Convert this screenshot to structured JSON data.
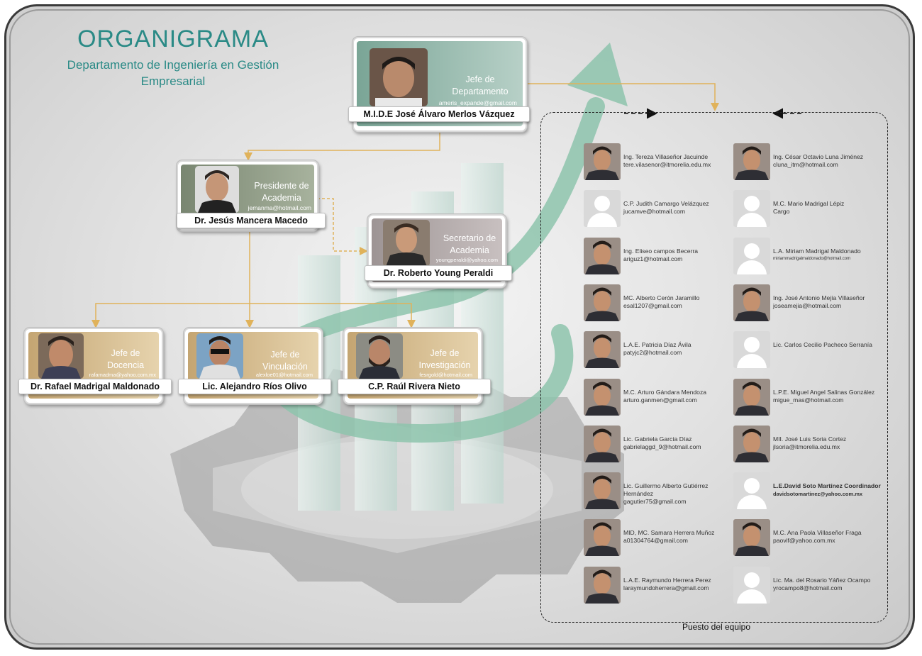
{
  "header": {
    "title": "ORGANIGRAMA",
    "subtitle": "Departamento de Ingeniería en Gestión Empresarial"
  },
  "colors": {
    "teal": "#2a8a86",
    "chief_fill": "#8fb3a8",
    "academy_fill": "#8f9b82",
    "secretary_fill": "#a8a0a0",
    "section_fill": "#d6bd8c",
    "connector": "#e0b25a"
  },
  "chief": {
    "role": "Jefe de Departamento",
    "email": "ameris_expande@gmail.com",
    "name": "M.I.D.E José Álvaro Merlos Vázquez"
  },
  "academy_president": {
    "role": "Presidente de Academia",
    "email": "jemanma@hotmail.com",
    "name": "Dr. Jesús Mancera Macedo"
  },
  "academy_secretary": {
    "role": "Secretario de Academia",
    "email": "youngperaldi@yahoo.com",
    "name": "Dr. Roberto Young Peraldi"
  },
  "sections": [
    {
      "role": "Jefe de Docencia",
      "email": "rafamadma@yahoo.com.mx",
      "name": "Dr. Rafael Madrigal Maldonado"
    },
    {
      "role": "Jefe de Vinculación",
      "email": "alexloe01@hotmail.com",
      "name": "Lic. Alejandro Ríos Olivo"
    },
    {
      "role": "Jefe de Investigación",
      "email": "fesrgold@hotmail.com",
      "name": "C.P. Raúl Rivera Nieto"
    }
  ],
  "team": {
    "label": "Puesto del equipo",
    "left": [
      {
        "name": "Ing. Tereza Villaseñor Jacuinde",
        "email": "tere.vilasenor@itmorelia.edu.mx",
        "photo": "person-photo"
      },
      {
        "name": "C.P. Judith Camargo Velázquez",
        "email": "jucamve@hotmail.com",
        "photo": "placeholder"
      },
      {
        "name": "Ing. Eliseo  campos Becerra",
        "email": "ariguz1@hotmail.com",
        "photo": "person-photo"
      },
      {
        "name": "MC. Alberto Cerón Jaramillo",
        "email": "esal1207@gmail.com",
        "photo": "person-photo"
      },
      {
        "name": "L.A.E. Patricia Díaz Ávila",
        "email": "patyjc2@hotmail.com",
        "photo": "person-photo"
      },
      {
        "name": "M.C. Arturo Gándara Mendoza",
        "email": "arturo.ganmen@gmail.com",
        "photo": "person-photo"
      },
      {
        "name": "Lic. Gabriela García Díaz",
        "email": "gabrielaggd_9@hotmail.com",
        "photo": "person-photo"
      },
      {
        "name": "Lic. Guillermo Alberto Gutiérrez Hernández",
        "email": "gagutier75@gmail.com",
        "photo": "person-photo"
      },
      {
        "name": "MID, MC. Samara Herrera Muñoz",
        "email": "a01304764@gmail.com",
        "photo": "person-photo"
      },
      {
        "name": "L.A.E. Raymundo Herrera Perez",
        "email": "laraymundoherrera@gmail.com",
        "photo": "person-photo"
      }
    ],
    "right": [
      {
        "name": "Ing. César Octavio Luna Jiménez",
        "email": "cluna_itm@hotmail.com",
        "photo": "person-photo"
      },
      {
        "name": "M.C. Mario Madrigal Lépiz",
        "email": "Cargo",
        "photo": "placeholder"
      },
      {
        "name": "L.A. Miriam Madrigal Maldonado",
        "email": "miriammadrigalmaldonado@hotmail.com",
        "photo": "placeholder"
      },
      {
        "name": "Ing. José Antonio Mejía Villaseñor",
        "email": "joseamejia@hotmail.com",
        "photo": "person-photo"
      },
      {
        "name": "Lic. Carlos Cecilio Pacheco Serranía",
        "email": "",
        "photo": "placeholder"
      },
      {
        "name": "L.P.E. Miguel Angel Salinas González",
        "email": "migue_mas@hotmail.com",
        "photo": "person-photo"
      },
      {
        "name": "MII. José Luis Soria Cortez",
        "email": "jlsoria@itmorelia.edu.mx",
        "photo": "person-photo"
      },
      {
        "name": "L.E.David Soto Martínez Coordinador",
        "email": "davidsotomartinez@yahoo.com.mx",
        "photo": "placeholder"
      },
      {
        "name": "M.C. Ana Paola Villaseñor Fraga",
        "email": "paovif@yahoo.com.mx",
        "photo": "person-photo"
      },
      {
        "name": "Lic. Ma. del Rosario Yáñez Ocampo",
        "email": "yrocampo8@hotmail.com",
        "photo": "placeholder"
      }
    ]
  }
}
